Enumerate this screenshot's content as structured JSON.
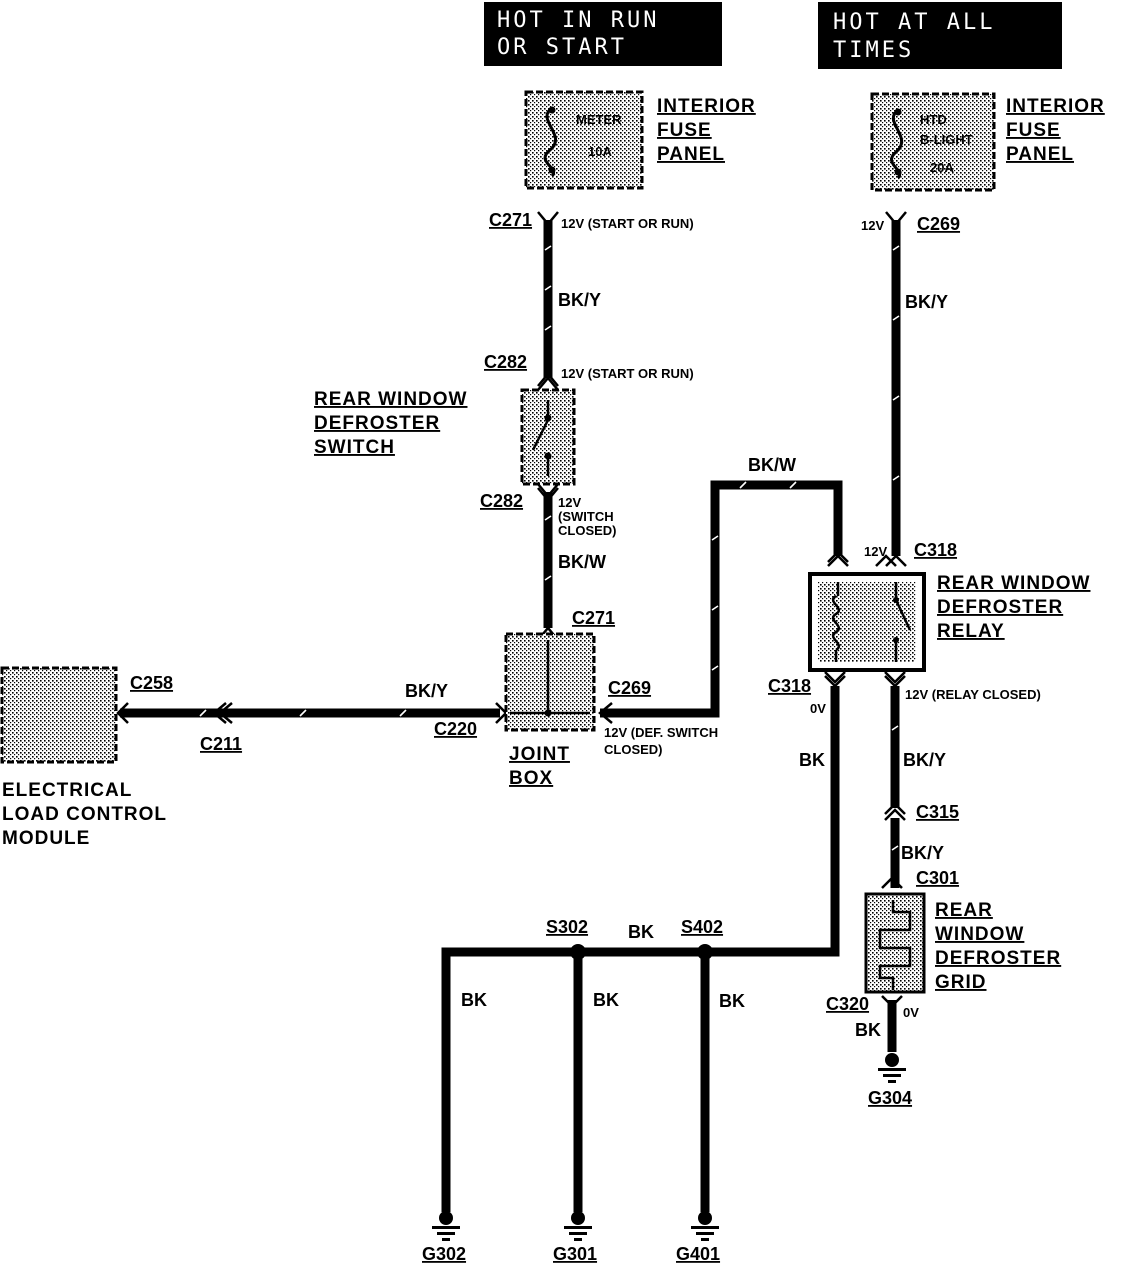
{
  "headers": {
    "run_start": [
      "HOT IN RUN",
      "OR START"
    ],
    "all_times": [
      "HOT AT ALL",
      "TIMES"
    ]
  },
  "components": {
    "fuse_left_name": [
      "INTERIOR",
      "FUSE",
      "PANEL"
    ],
    "fuse_left_rating": [
      "METER",
      "10A"
    ],
    "fuse_right_name": [
      "INTERIOR",
      "FUSE",
      "PANEL"
    ],
    "fuse_right_rating": [
      "HTD",
      "B-LIGHT",
      "20A"
    ],
    "switch_name": [
      "REAR WINDOW",
      "DEFROSTER",
      "SWITCH"
    ],
    "relay_name": [
      "REAR WINDOW",
      "DEFROSTER",
      "RELAY"
    ],
    "grid_name": [
      "REAR",
      "WINDOW",
      "DEFROSTER",
      "GRID"
    ],
    "joint_box_name": [
      "JOINT",
      "BOX"
    ],
    "elcm_name": [
      "ELECTRICAL",
      "LOAD CONTROL",
      "MODULE"
    ]
  },
  "connectors": {
    "c271_top": "C271",
    "c282_top": "C282",
    "c282_bottom": "C282",
    "c271_box": "C271",
    "c269_box": "C269",
    "c220": "C220",
    "c211": "C211",
    "c258": "C258",
    "c269_top": "C269",
    "c318_top": "C318",
    "c318_bottom": "C318",
    "c315": "C315",
    "c301": "C301",
    "c320": "C320"
  },
  "splices": {
    "s302": "S302",
    "s402": "S402"
  },
  "grounds": {
    "g302": "G302",
    "g301": "G301",
    "g401": "G401",
    "g304": "G304"
  },
  "wires": {
    "bk_y_1": "BK/Y",
    "bk_w_1": "BK/W",
    "bk_w_2": "BK/W",
    "bk_y_2": "BK/Y",
    "bk_y_3": "BK/Y",
    "bk_y_4": "BK/Y",
    "bk_y_5": "BK/Y",
    "bk_1": "BK",
    "bk_2": "BK",
    "bk_3": "BK",
    "bk_4": "BK",
    "bk_5": "BK",
    "bk_6": "BK"
  },
  "voltages": {
    "v_c271": "12V (START OR RUN)",
    "v_c282": "12V (START OR RUN)",
    "v_switch_closed": [
      "12V",
      "(SWITCH",
      "CLOSED)"
    ],
    "v_def_switch": [
      "12V (DEF. SWITCH",
      "CLOSED)"
    ],
    "v_c269": "12V",
    "v_c318": "12V",
    "v_c318_0v": "0V",
    "v_relay_closed": "12V (RELAY CLOSED)",
    "v_c320_0v": "0V"
  }
}
